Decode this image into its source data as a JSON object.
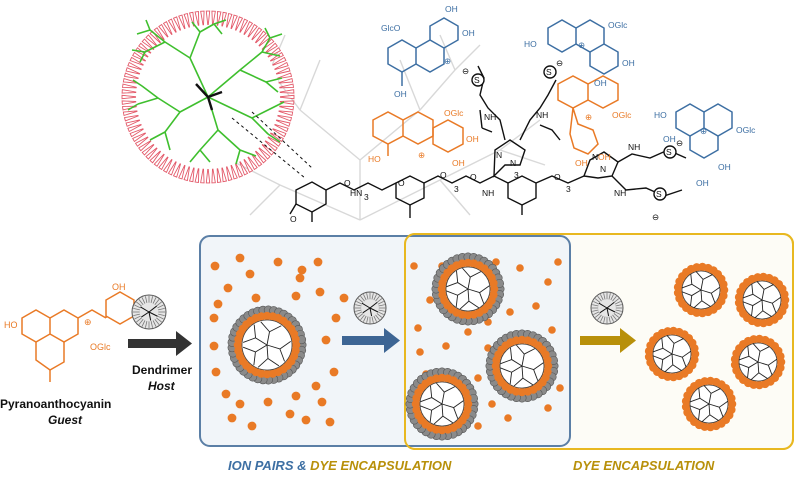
{
  "figure": {
    "guest_name": "Pyranoanthocyanin",
    "guest_role": "Guest",
    "host_name": "Dendrimer",
    "host_role": "Host",
    "caption_left_part1": "ION PAIRS & ",
    "caption_left_part2": "DYE ENCAPSULATION",
    "caption_right": "DYE ENCAPSULATION",
    "colors": {
      "orange": "#e97a26",
      "blue": "#3d6fa3",
      "gold": "#b8900a",
      "panel_blue_border": "#5b7fa6",
      "panel_gold_border": "#e8b820",
      "arrow_dark": "#333333",
      "arrow_blue": "#3d6594",
      "arrow_gold": "#b8900a",
      "dendrimer_pink": "#e35a6a",
      "dendrimer_green": "#3fbf2e"
    },
    "chem_labels": {
      "hydroxyl": "OH",
      "hydroxyl_left": "HO",
      "glucoside": "OGlc",
      "glucoside_left": "GlcO",
      "nh": "NH",
      "nh_left": "HN",
      "nitrogen": "N",
      "oxygen": "O",
      "sulfur": "S",
      "repeat_3": "3",
      "plus": "⊕",
      "minus": "⊖"
    }
  }
}
